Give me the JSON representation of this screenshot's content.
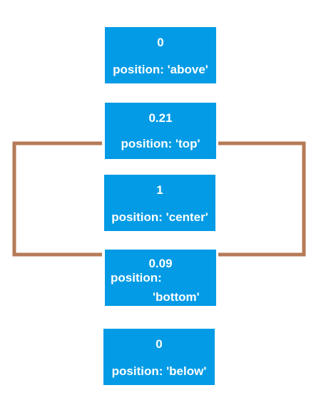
{
  "boxes": {
    "above": {
      "value": "0",
      "label": "position: 'above'"
    },
    "top": {
      "value": "0.21",
      "label": "position: 'top'"
    },
    "center": {
      "value": "1",
      "label": "position: 'center'"
    },
    "bottom": {
      "value": "0.09",
      "label_line1": "position:",
      "label_line2": "'bottom'"
    },
    "below": {
      "value": "0",
      "label": "position: 'below'"
    }
  },
  "colors": {
    "box_fill": "#039be5",
    "box_text": "#ffffff",
    "connector": "#b57a56"
  }
}
